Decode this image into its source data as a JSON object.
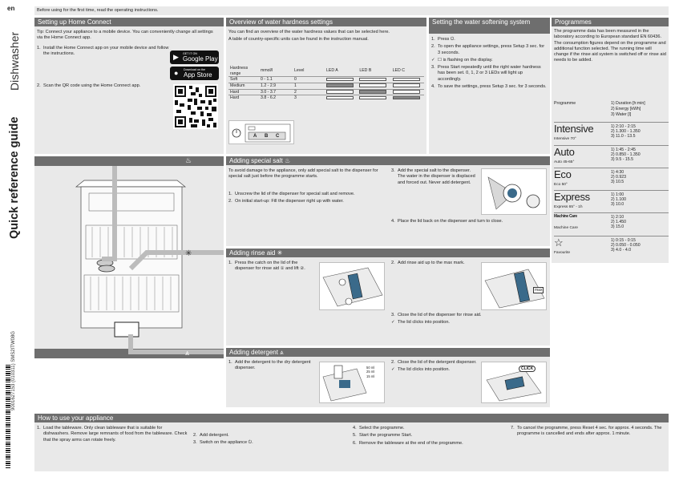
{
  "lang_code": "en",
  "side": {
    "title": "Quick reference guide",
    "subtitle": "Dishwasher",
    "code": "9001627153  (010311)  SMS2ITW08G"
  },
  "top_note": "Before using for the first time, read the operating instructions.",
  "home_connect": {
    "title": "Setting up Home Connect",
    "tip": "Tip: Connect your appliance to a mobile device. You can conveniently change all settings via the Home Connect app.",
    "steps": [
      {
        "n": "1.",
        "text": "Install the Home Connect app on your mobile device and follow the instructions."
      },
      {
        "n": "2.",
        "text": "Scan the QR code using the Home Connect app."
      }
    ],
    "google_small": "GET IT ON",
    "google_big": "Google Play",
    "apple_small": "Download on the",
    "apple_big": "App Store"
  },
  "water_hardness": {
    "title": "Overview of water hardness settings",
    "intro1": "You can find an overview of the water hardness values that can be selected here.",
    "intro2": "A table of country-specific units can be found in the instruction manual.",
    "headers": [
      "Hardness range",
      "mmol/l",
      "Level",
      "LED A",
      "LED B",
      "LED C"
    ],
    "rows": [
      {
        "range": "Soft",
        "mmol": "0 - 1.1",
        "level": "0",
        "leds": [
          false,
          false,
          false
        ]
      },
      {
        "range": "Medium",
        "mmol": "1.2 - 2.9",
        "level": "1",
        "leds": [
          true,
          false,
          false
        ]
      },
      {
        "range": "Hard",
        "mmol": "3.0 - 3.7",
        "level": "2",
        "leds": [
          false,
          true,
          false
        ]
      },
      {
        "range": "Hard",
        "mmol": "3.8 - 6.2",
        "level": "3",
        "leds": [
          false,
          false,
          true
        ]
      }
    ],
    "display_letters": [
      "A",
      "B",
      "C"
    ]
  },
  "softening": {
    "title": "Setting the water softening system",
    "steps": [
      {
        "n": "1.",
        "text": "Press ⏻."
      },
      {
        "n": "2.",
        "text": "To open the appliance settings, press Setup 3 sec. for 3 seconds."
      },
      {
        "n": "✓",
        "text": "☐ is flashing on the display."
      },
      {
        "n": "3.",
        "text": "Press Start repeatedly until the right water hardness has been set. 0, 1, 2 or 3 LEDs will light up accordingly."
      },
      {
        "n": "4.",
        "text": "To save the settings, press Setup 3 sec. for 3 seconds."
      }
    ]
  },
  "programmes": {
    "title": "Programmes",
    "intro": "The programme data has been measured in the laboratory according to European standard EN 60436. The consumption figures depend on the programme and additional function selected. The running time will change if the rinse aid system is switched off or rinse aid needs to be added.",
    "col1": "Programme",
    "col2": [
      "1) Duration [h:min]",
      "2) Energy [kWh]",
      "3) Water [l]"
    ],
    "items": [
      {
        "name": "Intensive",
        "sub": "Intensive 70°",
        "vals": [
          "1) 2:10 - 2:15",
          "2) 1.300 - 1.350",
          "3) 11.0 - 13.5"
        ]
      },
      {
        "name": "Auto",
        "sub": "Auto 45-65°",
        "vals": [
          "1) 1:45 - 2:45",
          "2) 0.850 - 1.350",
          "3) 9.5 - 15.5"
        ]
      },
      {
        "name": "Eco",
        "sub": "Eco 50°",
        "vals": [
          "1) 4:30",
          "2) 0.923",
          "3) 10.5"
        ]
      },
      {
        "name": "Express",
        "sub": "Express 65° - 1h",
        "vals": [
          "1) 1:00",
          "2) 1.100",
          "3) 10.0"
        ]
      },
      {
        "name": "Machine Care",
        "sub": "Machine Care",
        "vals": [
          "1) 2:10",
          "2) 1.450",
          "3) 15.0"
        ]
      },
      {
        "name": "☆",
        "sub": "Favourite",
        "vals": [
          "1) 0:15 - 0:15",
          "2) 0.050 - 0.050",
          "3) 4.0 - 4.0"
        ]
      }
    ]
  },
  "salt": {
    "title": "Adding special salt",
    "intro": "To avoid damage to the appliance, only add special salt to the dispenser for special salt just before the programme starts.",
    "steps": [
      {
        "n": "1.",
        "text": "Unscrew the lid of the dispenser for special salt and remove."
      },
      {
        "n": "2.",
        "text": "On initial start-up: Fill the dispenser right up with water."
      },
      {
        "n": "3.",
        "text": "Add the special salt to the dispenser. The water in the dispenser is displaced and forced out. Never add detergent."
      },
      {
        "n": "4.",
        "text": "Place the lid back on the dispenser and turn to close."
      }
    ]
  },
  "rinse": {
    "title": "Adding rinse aid",
    "steps": [
      {
        "n": "1.",
        "text": "Press the catch on the lid of the dispenser for rinse aid ① and lift ②."
      },
      {
        "n": "2.",
        "text": "Add rinse aid up to the max mark."
      },
      {
        "n": "3.",
        "text": "Close the lid of the dispenser for rinse aid."
      },
      {
        "n": "✓",
        "text": "The lid clicks into position."
      }
    ],
    "max_label": "max"
  },
  "detergent": {
    "title": "Adding detergent",
    "steps": [
      {
        "n": "1.",
        "text": "Add the detergent to the dry detergent dispenser."
      },
      {
        "n": "2.",
        "text": "Close the lid of the detergent dispenser."
      },
      {
        "n": "✓",
        "text": "The lid clicks into position."
      }
    ],
    "measures": [
      "50 ml",
      "25 ml",
      "15 ml"
    ],
    "click_label": "CLICK"
  },
  "how_to": {
    "title": "How to use your appliance",
    "col1": [
      {
        "n": "1.",
        "text": "Load the tableware. Only clean tableware that is suitable for dishwashers. Remove large remnants of food from the tableware. Check that the spray arms can rotate freely."
      }
    ],
    "col2": [
      {
        "n": "2.",
        "text": "Add detergent."
      },
      {
        "n": "3.",
        "text": "Switch on the appliance ⏻."
      }
    ],
    "col3": [
      {
        "n": "4.",
        "text": "Select the programme."
      },
      {
        "n": "5.",
        "text": "Start the programme Start."
      },
      {
        "n": "6.",
        "text": "Remove the tableware at the end of the programme."
      }
    ],
    "col4": [
      {
        "n": "7.",
        "text": "To cancel the programme, press Reset 4 sec. for approx. 4 seconds. The programme is cancelled and ends after approx. 1 minute."
      }
    ]
  }
}
